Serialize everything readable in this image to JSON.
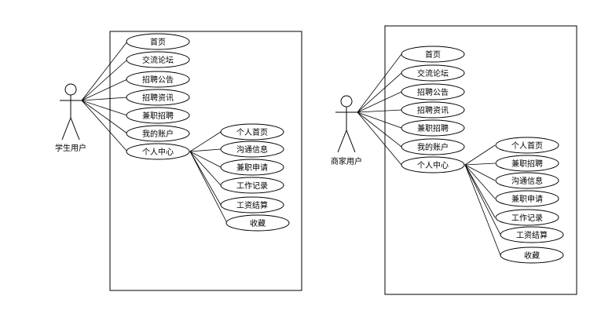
{
  "left": {
    "actor_label": "学生用户",
    "main_cases": [
      "首页",
      "交流论坛",
      "招聘公告",
      "招聘资讯",
      "兼职招聘",
      "我的账户",
      "个人中心"
    ],
    "sub_cases": [
      "个人首页",
      "沟通信息",
      "兼职申请",
      "工作记录",
      "工资结算",
      "收藏"
    ]
  },
  "right": {
    "actor_label": "商家用户",
    "main_cases": [
      "首页",
      "交流论坛",
      "招聘公告",
      "招聘资讯",
      "兼职招聘",
      "我的账户",
      "个人中心"
    ],
    "sub_cases": [
      "个人首页",
      "兼职招聘",
      "沟通信息",
      "兼职申请",
      "工作记录",
      "工资结算",
      "收藏"
    ]
  }
}
